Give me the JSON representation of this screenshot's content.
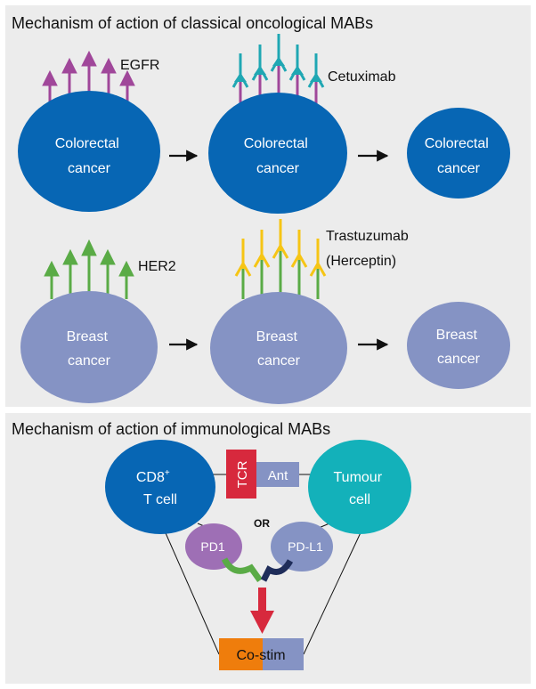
{
  "panel_top": {
    "title": "Mechanism of action of classical oncological MABs",
    "row1": {
      "receptor_label": "EGFR",
      "antibody_label": "Cetuximab",
      "cell_line1": "Colorectal",
      "cell_line2": "cancer",
      "cell_color": "#0766b4",
      "receptor_color": "#a0479a",
      "antibody_color": "#1fa7b3"
    },
    "row2": {
      "receptor_label": "HER2",
      "antibody_label_line1": "Trastuzumab",
      "antibody_label_line2": "(Herceptin)",
      "cell_line1": "Breast",
      "cell_line2": "cancer",
      "cell_color": "#8593c4",
      "receptor_color": "#5aab46",
      "antibody_color": "#f6c515"
    }
  },
  "panel_bottom": {
    "title": "Mechanism of action of immunological MABs",
    "t_cell_line1": "CD8",
    "t_cell_sup": "+",
    "t_cell_line2": "T cell",
    "tumour_line1": "Tumour",
    "tumour_line2": "cell",
    "tcr_label": "TCR",
    "ant_label": "Ant",
    "or_label": "OR",
    "pd1_label": "PD1",
    "pdl1_label": "PD-L1",
    "costim_label": "Co-stim",
    "colors": {
      "t_cell": "#0766b4",
      "tumour": "#13b1ba",
      "tcr": "#d7293d",
      "ant": "#8593c4",
      "pd1": "#9e6fb5",
      "pdl1": "#8593c4",
      "pd1_antibody": "#5aab46",
      "pdl1_antibody": "#1f2d5a",
      "arrow": "#d7293d",
      "costim_left": "#ef7d0c",
      "costim_right": "#8593c4"
    }
  }
}
